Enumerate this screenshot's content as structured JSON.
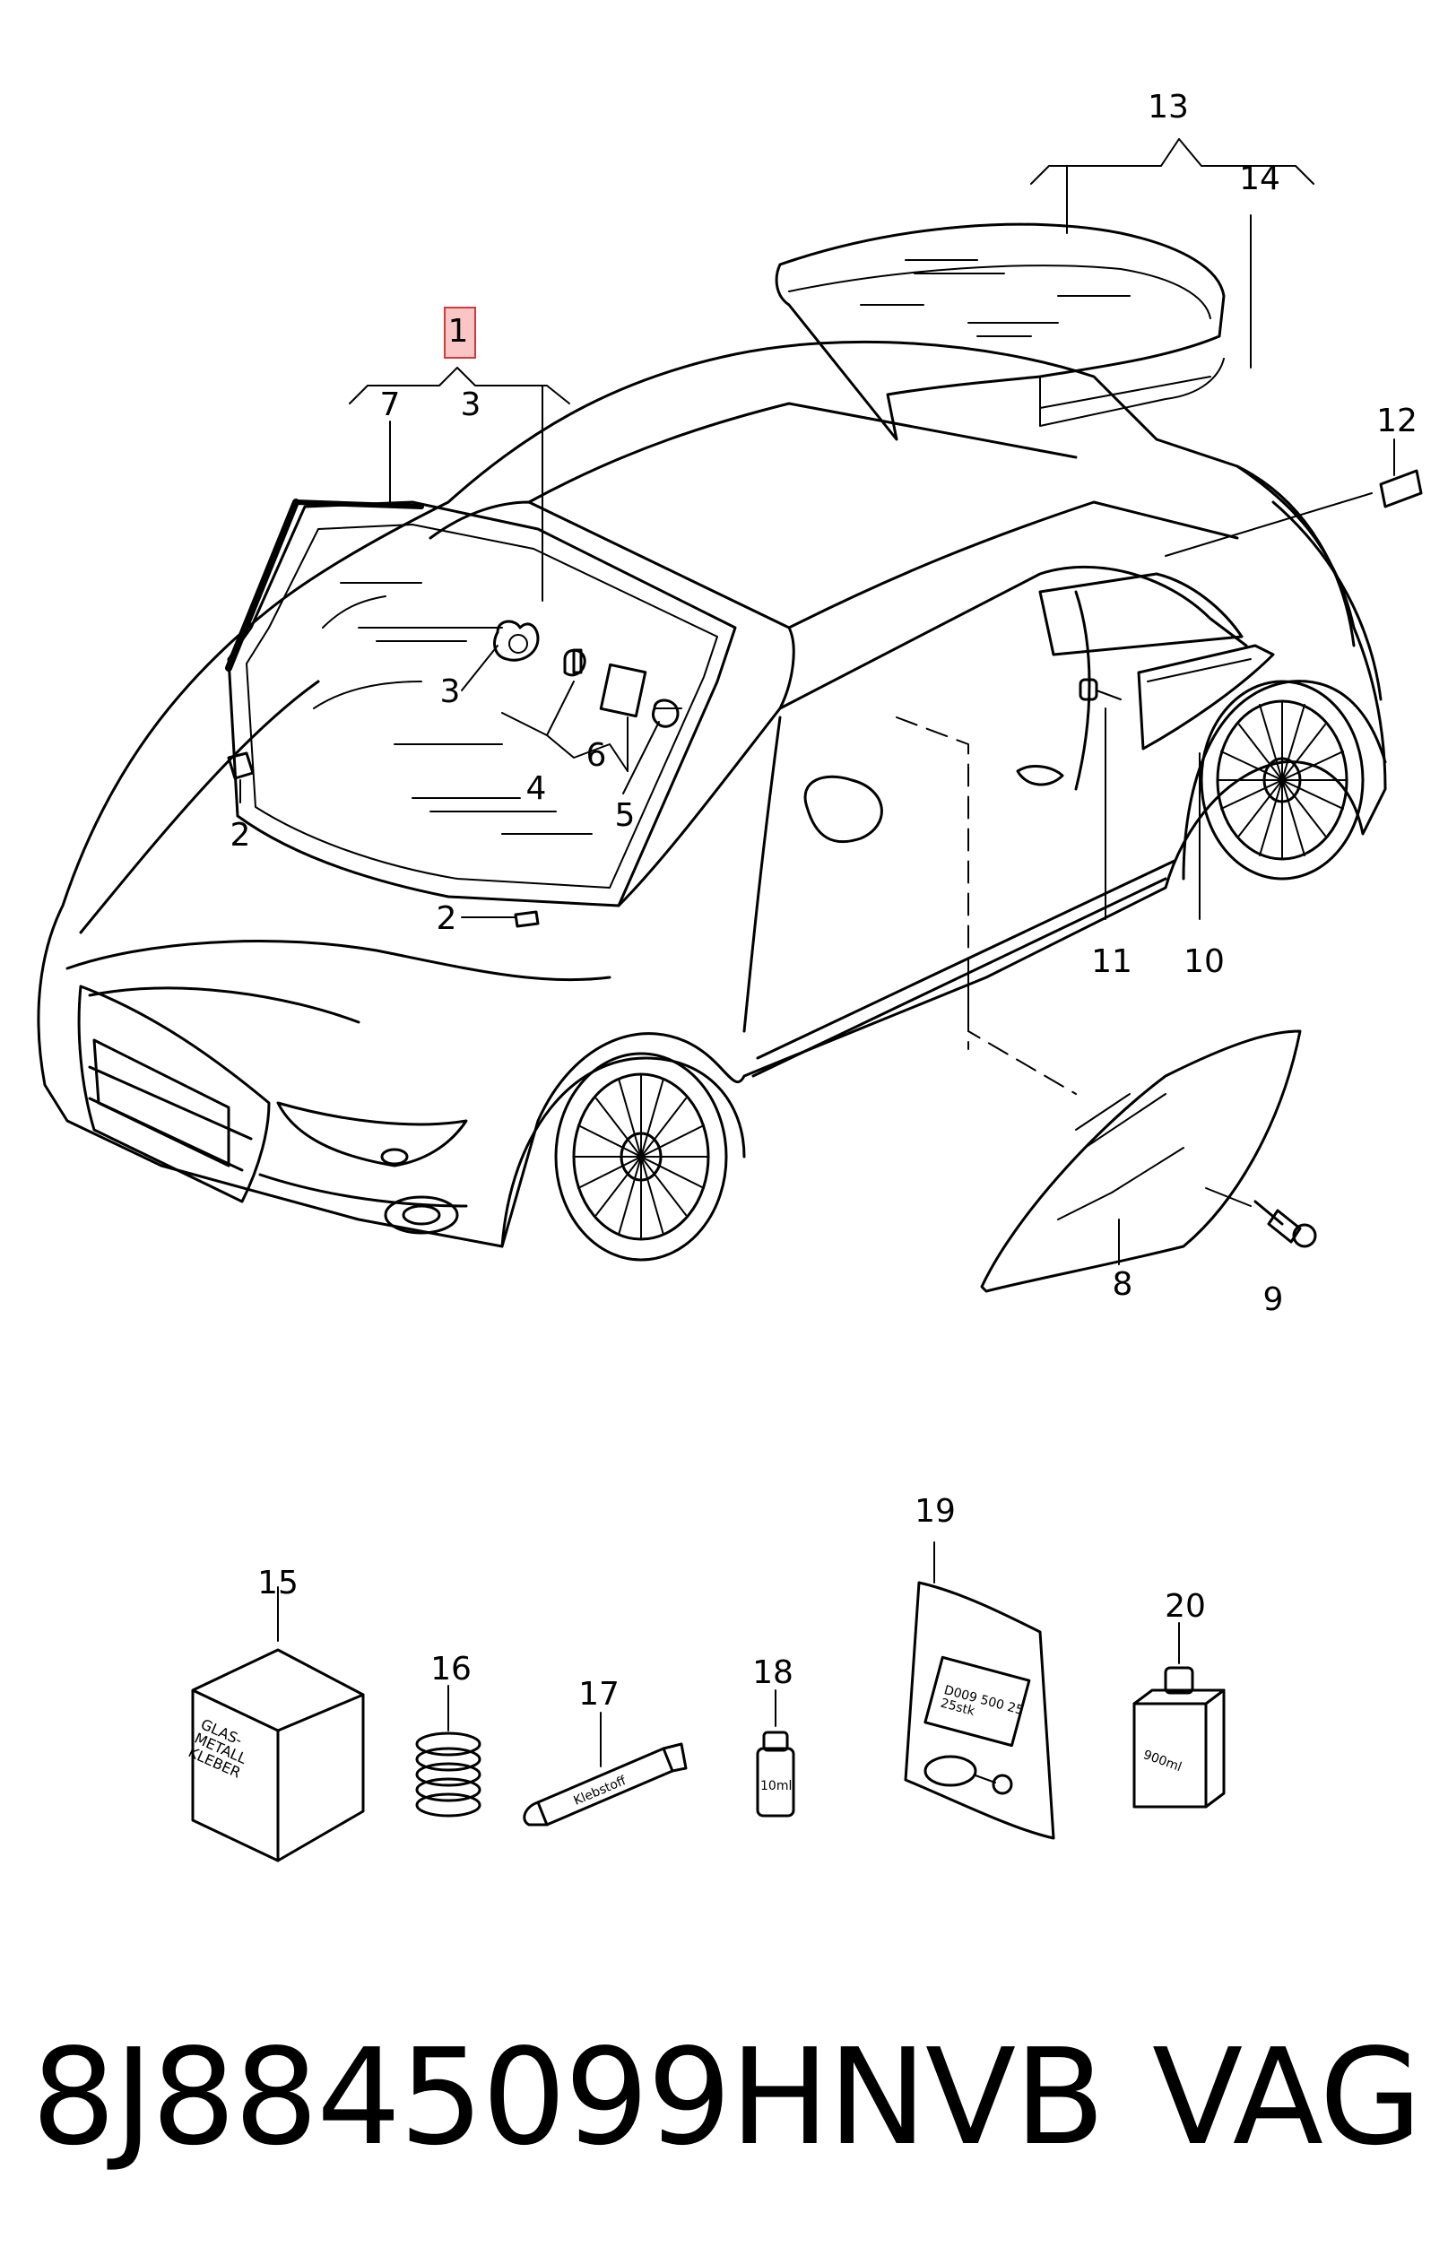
{
  "callouts": {
    "c1": "1",
    "c2a": "2",
    "c2b": "2",
    "c3a": "3",
    "c3b": "3",
    "c4": "4",
    "c5": "5",
    "c6": "6",
    "c7": "7",
    "c8": "8",
    "c9": "9",
    "c10": "10",
    "c11": "11",
    "c12": "12",
    "c13": "13",
    "c14": "14",
    "c15": "15",
    "c16": "16",
    "c17": "17",
    "c18": "18",
    "c19": "19",
    "c20": "20"
  },
  "package_labels": {
    "box_line1": "GLAS-",
    "box_line2": "METALL",
    "box_line3": "KLEBER",
    "tube": "Klebstoff",
    "bottle_small": "10ml",
    "bag_line1": "D009 500 25",
    "bag_line2": "25stk",
    "bottle_large": "900ml"
  },
  "caption": {
    "part_number": "8J8845099HNVB",
    "brand": "VAG"
  },
  "colors": {
    "highlight_fill": "#f59696",
    "highlight_border": "#d23a3a",
    "line": "#000000"
  }
}
